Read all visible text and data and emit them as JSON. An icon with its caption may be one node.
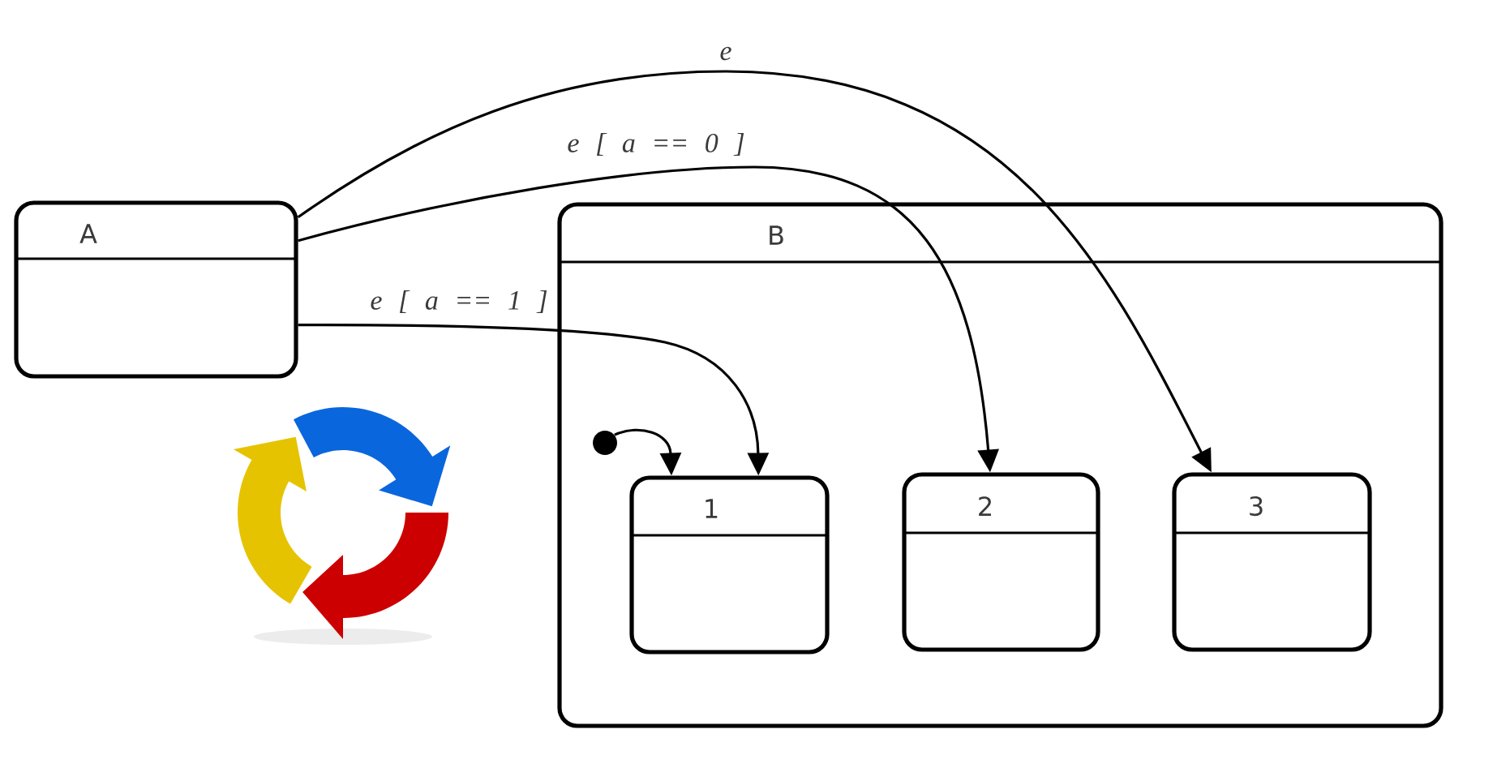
{
  "diagram": {
    "nodes": [
      {
        "text": [
          "A"
        ]
      },
      {
        "text": [
          "B"
        ]
      },
      {
        "text": [],
        "shape": "circle",
        "in": 1
      },
      {
        "text": [
          "1"
        ],
        "in": 1
      },
      {
        "text": [
          "2"
        ],
        "in": 1
      },
      {
        "text": [
          "3"
        ],
        "in": 1
      }
    ],
    "edges": [
      {
        "from": 0,
        "to": 5,
        "arrow": "to",
        "label": "e"
      },
      {
        "from": 0,
        "to": 4,
        "arrow": "to",
        "label": "e [ a == 0 ]"
      },
      {
        "from": 0,
        "to": 3,
        "arrow": "to",
        "label": "e [ a == 1 ]"
      },
      {
        "from": 2,
        "to": 3,
        "arrow": "to"
      }
    ]
  }
}
